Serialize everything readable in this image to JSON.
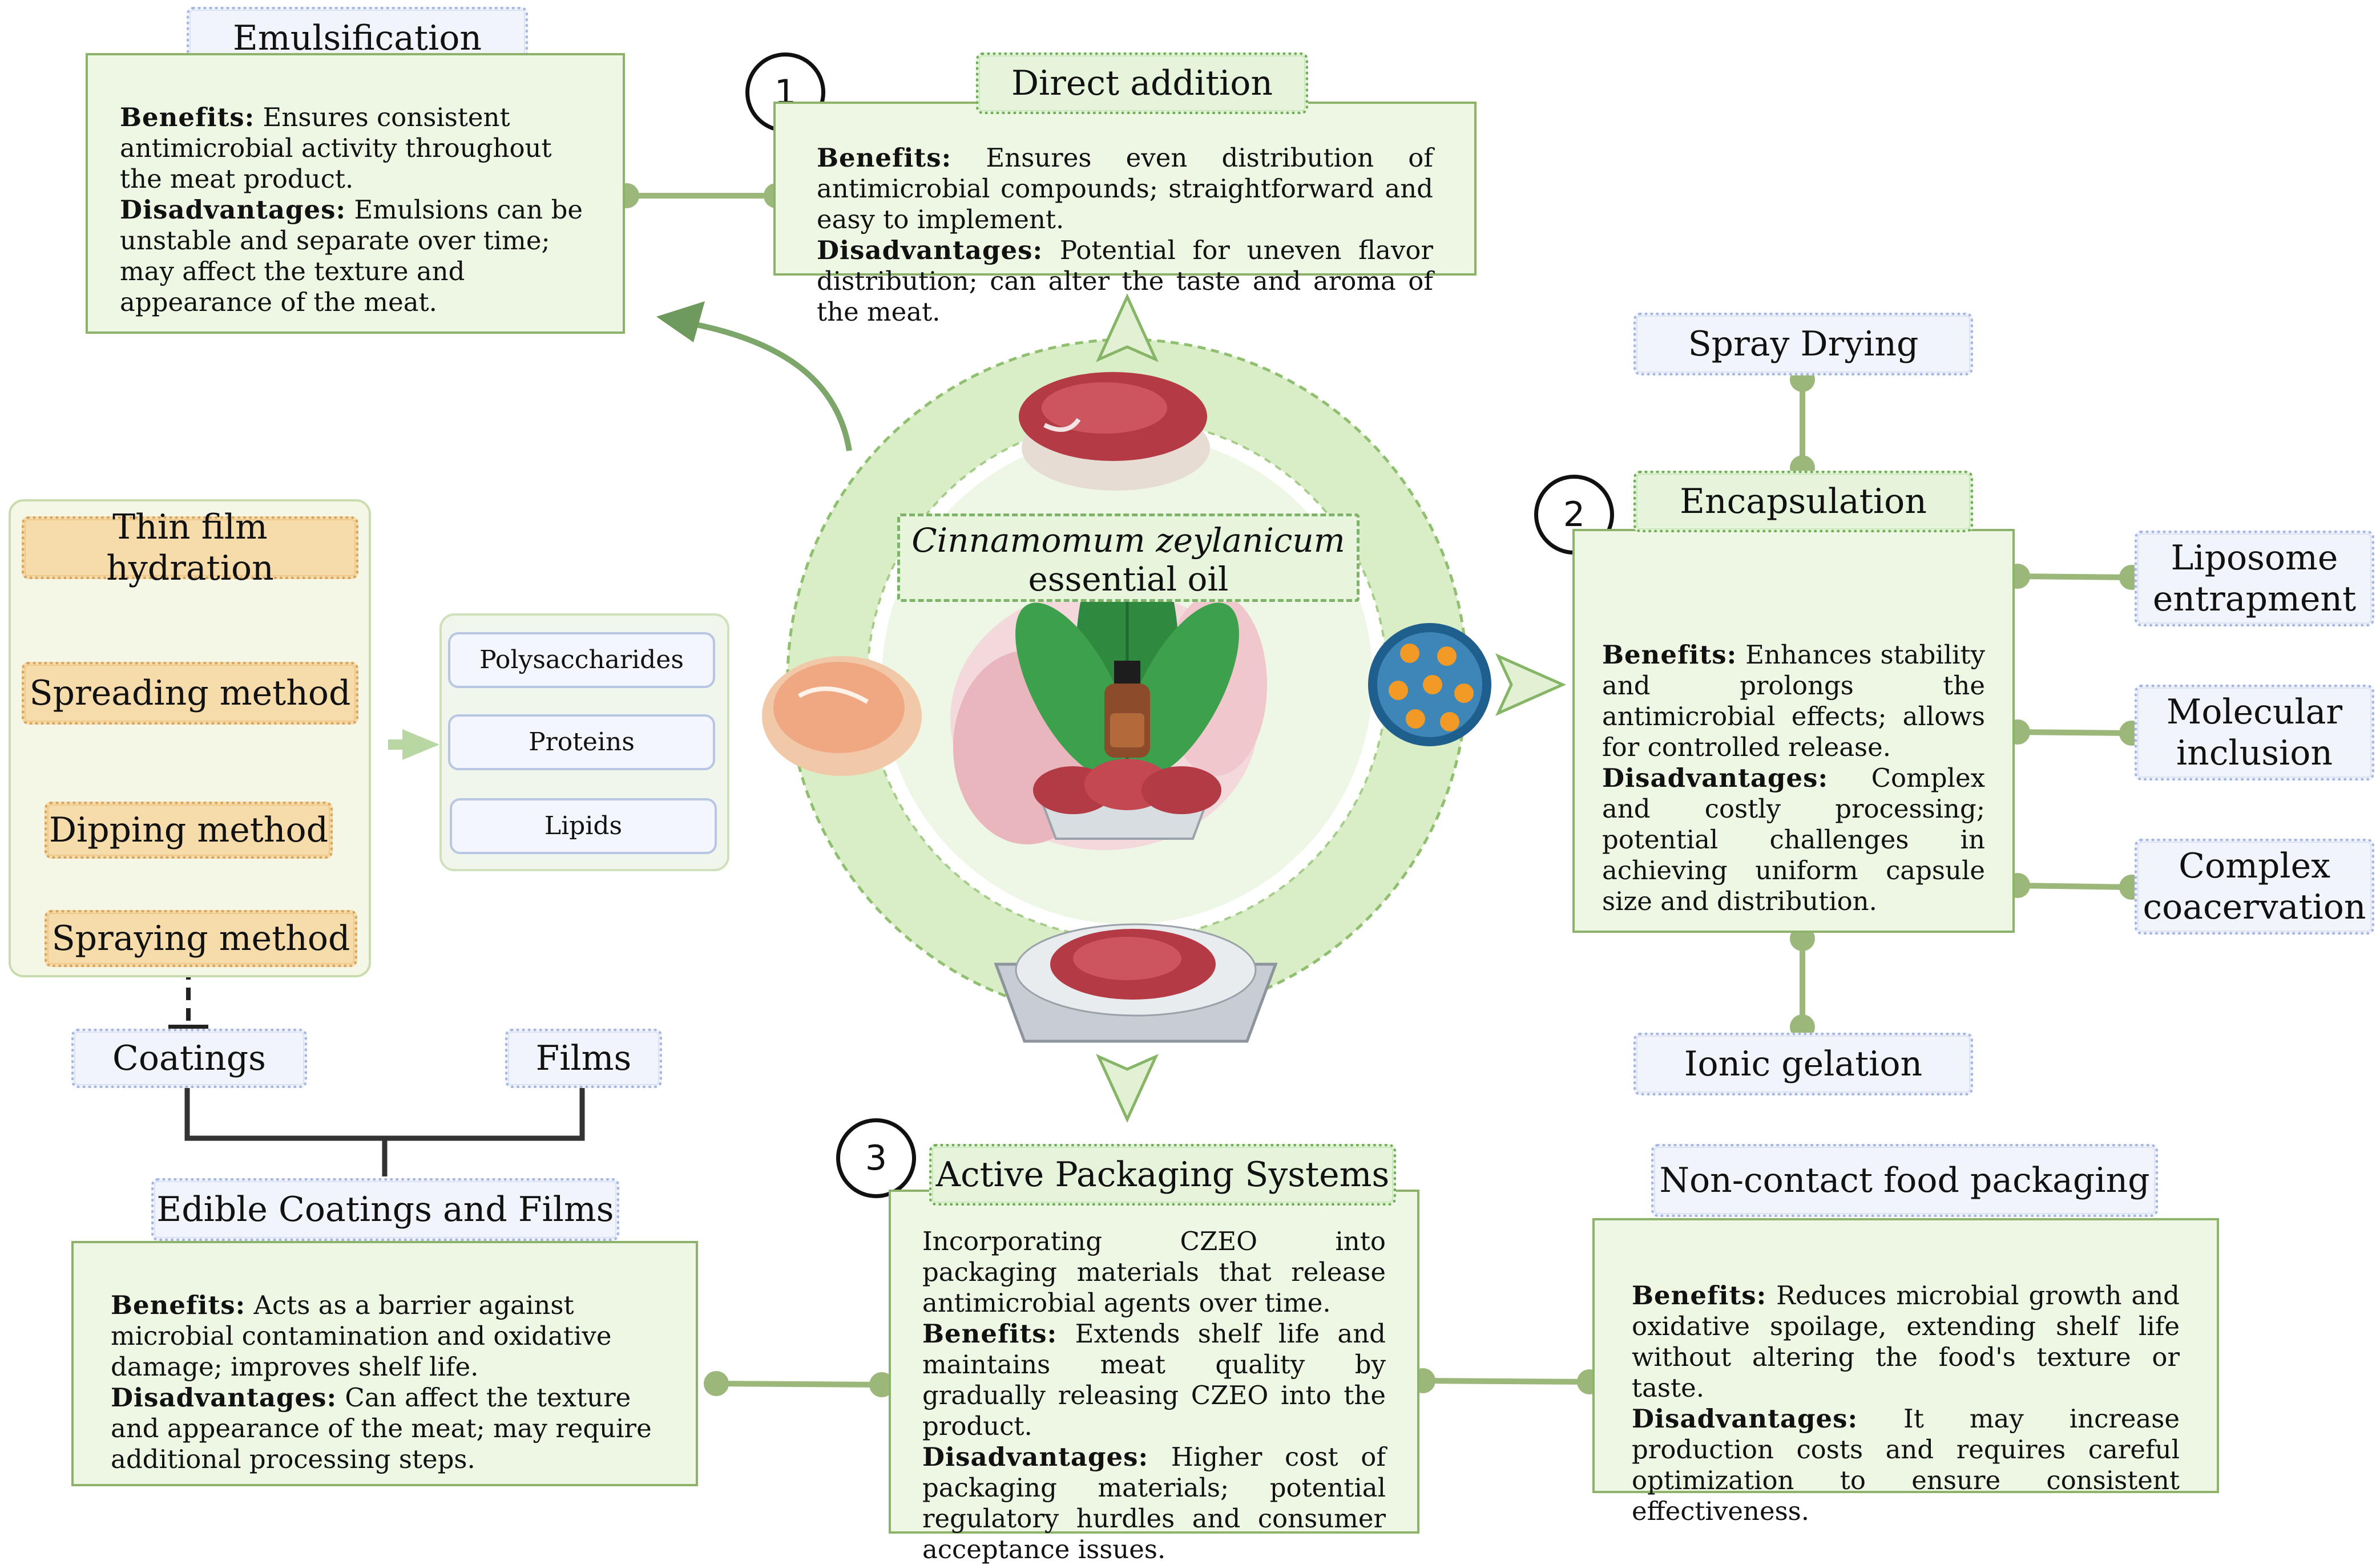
{
  "center": {
    "title_line1": "Cinnamomum zeylanicum",
    "title_line2": "essential oil"
  },
  "numbers": [
    "1",
    "2",
    "3"
  ],
  "emulsification": {
    "title": "Emulsification",
    "benefits_label": "Benefits:",
    "benefits": "Ensures consistent antimicrobial activity throughout the meat product.",
    "disadvantages_label": "Disadvantages:",
    "disadvantages": "Emulsions can be unstable and separate over time; may affect the texture and appearance of the meat."
  },
  "direct_addition": {
    "title": "Direct addition",
    "benefits_label": "Benefits:",
    "benefits": "Ensures even distribution of antimicrobial compounds; straightforward and easy to implement.",
    "disadvantages_label": "Disadvantages:",
    "disadvantages": "Potential for uneven flavor distribution; can alter the taste and aroma of the meat."
  },
  "encapsulation": {
    "title": "Encapsulation",
    "benefits_label": "Benefits:",
    "benefits": "Enhances stability and prolongs the antimicrobial effects; allows for controlled release.",
    "disadvantages_label": "Disadvantages:",
    "disadvantages": "Complex and costly processing; potential challenges in achieving uniform capsule size and distribution.",
    "methods": {
      "spray_drying": "Spray Drying",
      "liposome": [
        "Liposome",
        "entrapment"
      ],
      "molecular": [
        "Molecular",
        "inclusion"
      ],
      "complex": [
        "Complex",
        "coacervation"
      ],
      "ionic": "Ionic gelation"
    }
  },
  "active_packaging": {
    "title": "Active Packaging Systems",
    "intro": "Incorporating CZEO into packaging materials that release antimicrobial agents over time.",
    "benefits_label": "Benefits:",
    "benefits": "Extends shelf life and maintains meat quality by gradually releasing CZEO into the product.",
    "disadvantages_label": "Disadvantages:",
    "disadvantages": "Higher cost of packaging materials; potential regulatory hurdles and consumer acceptance issues."
  },
  "non_contact": {
    "title": "Non-contact food packaging",
    "benefits_label": "Benefits:",
    "benefits": "Reduces microbial growth and oxidative spoilage, extending shelf life without altering the food's texture or taste.",
    "disadvantages_label": "Disadvantages:",
    "disadvantages": "It may increase production costs and requires careful optimization to ensure consistent effectiveness."
  },
  "edible": {
    "title": "Edible Coatings and Films",
    "benefits_label": "Benefits:",
    "benefits": "Acts as a barrier against microbial contamination and oxidative damage; improves shelf life.",
    "disadvantages_label": "Disadvantages:",
    "disadvantages": "Can affect the texture and appearance of the meat; may require additional processing steps.",
    "coatings": "Coatings",
    "films": "Films"
  },
  "methods": {
    "thin_film": "Thin film hydration",
    "spreading": "Spreading method",
    "dipping": "Dipping method",
    "spraying": "Spraying method"
  },
  "materials": [
    "Polysaccharides",
    "Proteins",
    "Lipids"
  ],
  "colors": {
    "box_fill": "#eef6e4",
    "box_border": "#8db36a",
    "connector": "#9cb77a",
    "ring": "#d8ecc4",
    "arrow": "#6f9a5e"
  }
}
